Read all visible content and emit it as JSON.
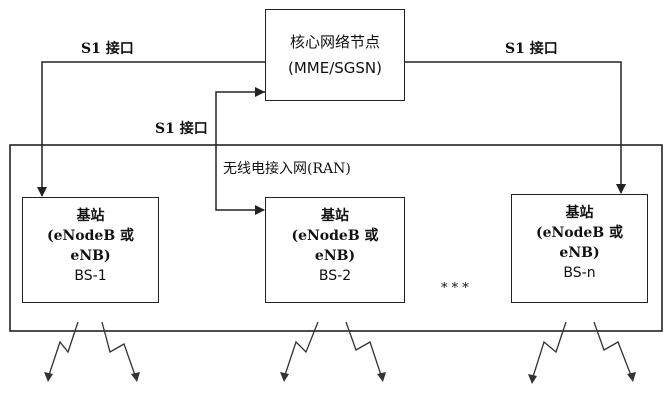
{
  "core": {
    "line1": "核心网络节点",
    "line2": "(MME/SGSN)"
  },
  "interfaces": {
    "left": "S1 接口",
    "middle": "S1 接口",
    "right": "S1 接口"
  },
  "ran": {
    "label": "无线电接入网(RAN)"
  },
  "stations": [
    {
      "line1": "基站",
      "line2": "(eNodeB 或",
      "line3": "eNB)",
      "id": "BS-1"
    },
    {
      "line1": "基站",
      "line2": "(eNodeB 或",
      "line3": "eNB)",
      "id": "BS-2"
    },
    {
      "line1": "基站",
      "line2": "(eNodeB 或",
      "line3": "eNB)",
      "id": "BS-n"
    }
  ],
  "ellipsis": "* * *"
}
